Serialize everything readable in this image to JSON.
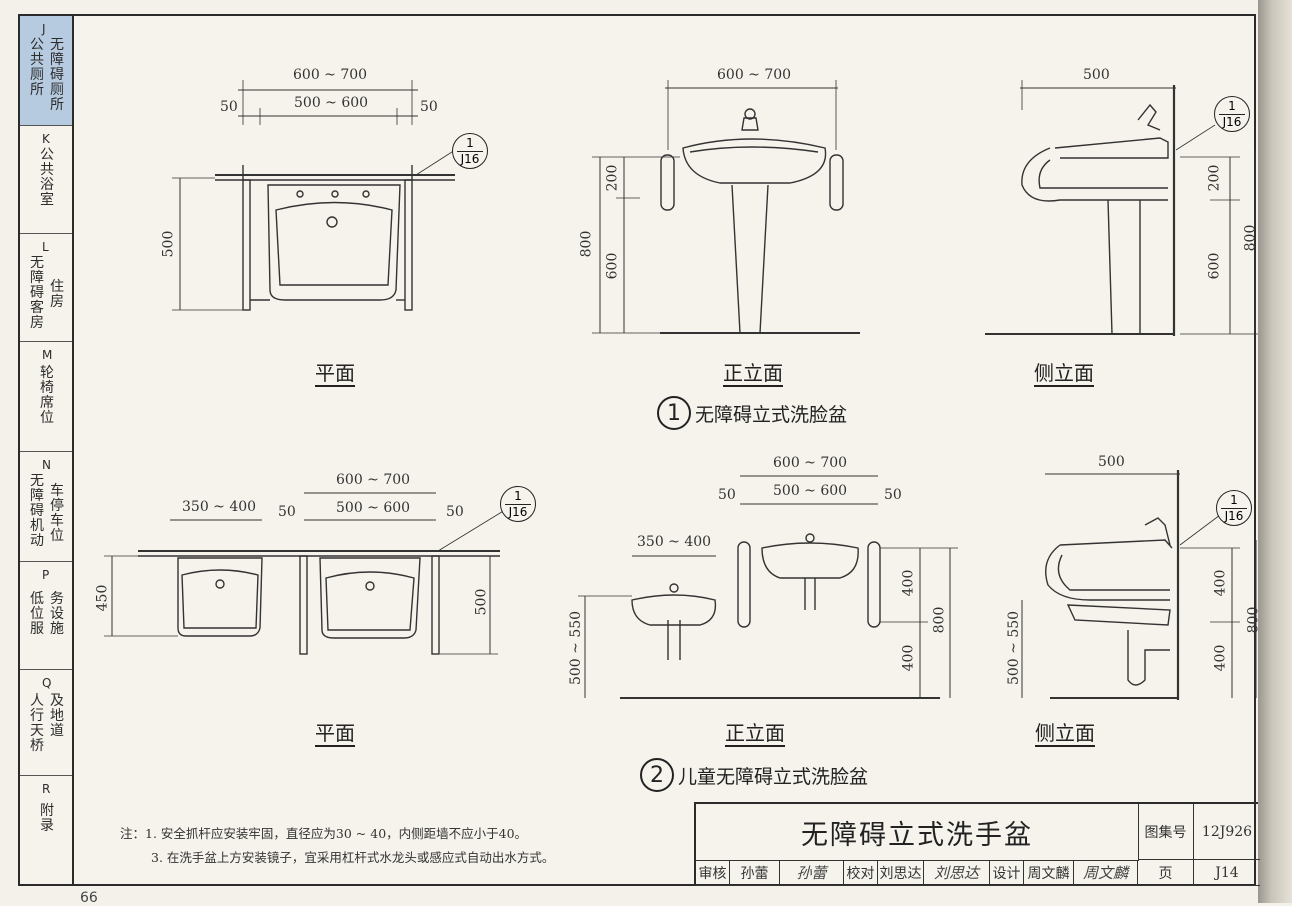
{
  "sidebar": [
    {
      "code": "J",
      "col1": "公共厕所",
      "col2": "无障碍厕所",
      "active": true
    },
    {
      "code": "K",
      "col1": "公共浴室",
      "col2": "",
      "active": false
    },
    {
      "code": "L",
      "col1": "无障碍客房",
      "col2": "住房",
      "active": false
    },
    {
      "code": "M",
      "col1": "轮椅席位",
      "col2": "",
      "active": false
    },
    {
      "code": "N",
      "col1": "无障碍机动",
      "col2": "车停车位",
      "active": false
    },
    {
      "code": "P",
      "col1": "低位服",
      "col2": "务设施",
      "active": false
    },
    {
      "code": "Q",
      "col1": "人行天桥",
      "col2": "及地道",
      "active": false
    },
    {
      "code": "R",
      "col1": "附录",
      "col2": "",
      "active": false
    }
  ],
  "page_number": "66",
  "detail1": {
    "number": "1",
    "title": "无障碍立式洗脸盆",
    "plan_caption": "平面",
    "front_caption": "正立面",
    "side_caption": "侧立面",
    "plan_dims": {
      "overall": "600 ~ 700",
      "inner": "500 ~ 600",
      "left": "50",
      "right": "50",
      "depth": "500"
    },
    "front_dims": {
      "width": "600 ~ 700",
      "total": "800",
      "upper": "200",
      "lower": "600"
    },
    "side_dims": {
      "depth": "500",
      "upper": "200",
      "lower": "600",
      "total": "800"
    },
    "ref_top": "1",
    "ref_bottom": "J16"
  },
  "detail2": {
    "number": "2",
    "title": "儿童无障碍立式洗脸盆",
    "plan_caption": "平面",
    "front_caption": "正立面",
    "side_caption": "侧立面",
    "plan_dims": {
      "child": "350 ~ 400",
      "overall": "600 ~ 700",
      "inner": "500 ~ 600",
      "left": "50",
      "right": "50",
      "depth_left": "450",
      "depth_right": "500"
    },
    "front_dims": {
      "child": "350 ~ 400",
      "overall": "600 ~ 700",
      "inner": "500 ~ 600",
      "left": "50",
      "right": "50",
      "child_height": "500 ~ 550",
      "upper": "400",
      "lower": "400",
      "total": "800"
    },
    "side_dims": {
      "depth": "500",
      "height": "500 ~ 550",
      "upper": "400",
      "lower": "400",
      "total": "800"
    },
    "ref_top": "1",
    "ref_bottom": "J16"
  },
  "notes": {
    "prefix": "注：",
    "line1": "1. 安全抓杆应安装牢固，直径应为30 ~ 40，内侧距墙不应小于40。",
    "line2": "3. 在洗手盆上方安装镜子，宜采用杠杆式水龙头或感应式自动出水方式。"
  },
  "title_block": {
    "title": "无障碍立式洗手盆",
    "atlas_label": "图集号",
    "atlas_value": "12J926",
    "page_label": "页",
    "page_value": "J14",
    "review_label": "审核",
    "review_name": "孙蕾",
    "review_sig": "孙蕾",
    "check_label": "校对",
    "check_name": "刘思达",
    "check_sig": "刘思达",
    "design_label": "设计",
    "design_name": "周文麟",
    "design_sig": "周文麟"
  }
}
